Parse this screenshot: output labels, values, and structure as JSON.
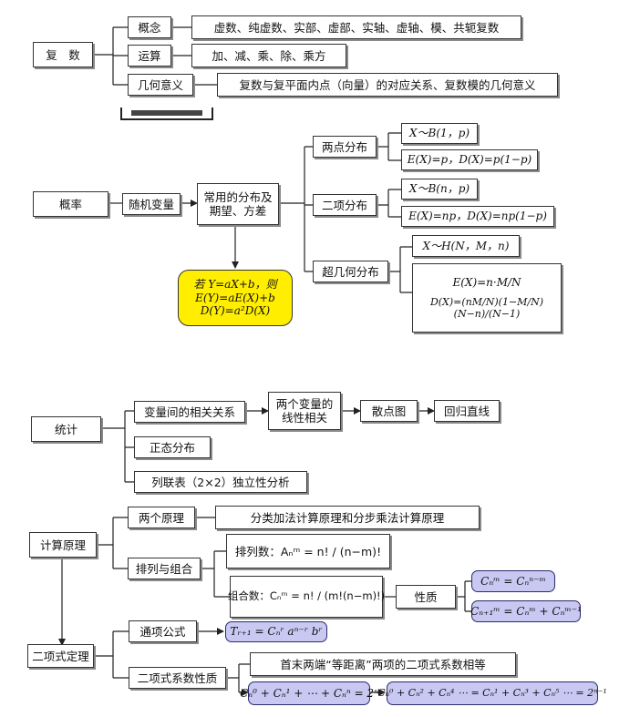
{
  "complex": {
    "root": "复　数",
    "concept": "概念",
    "concept_detail": "虚数、纯虚数、实部、虚部、实轴、虚轴、模、共轭复数",
    "operation": "运算",
    "operation_detail": "加、减、乘、除、乘方",
    "geometry": "几何意义",
    "geometry_detail": "复数与复平面内点（向量）的对应关系、复数模的几何意义"
  },
  "probability": {
    "root": "概率",
    "random_variable": "随机变量",
    "common_dist": "常用的分布及期望、方差",
    "linear_line1": "若 Y=aX+b，则",
    "linear_line2": "E(Y)=aE(X)+b",
    "linear_line3": "D(Y)=a²D(X)",
    "two_point": "两点分布",
    "two_point_law": "X～B(1，p)",
    "two_point_moments": "E(X)=p，D(X)=p(1−p)",
    "binomial": "二项分布",
    "binomial_law": "X～B(n，p)",
    "binomial_moments": "E(X)=np，D(X)=np(1−p)",
    "hypergeometric": "超几何分布",
    "hyper_law": "X～H(N，M，n)",
    "hyper_mean": "E(X)=n·M/N",
    "hyper_var": "D(X)=(nM/N)(1−M/N)(N−n)/(N−1)"
  },
  "statistics": {
    "root": "统计",
    "correlation": "变量间的相关关系",
    "linear_corr": "两个变量的线性相关",
    "scatter": "散点图",
    "regression": "回归直线",
    "normal": "正态分布",
    "contingency": "列联表（2×2）独立性分析"
  },
  "counting": {
    "root": "计算原理",
    "two_principles": "两个原理",
    "principles_detail": "分类加法计算原理和分步乘法计算原理",
    "perm_comb": "排列与组合",
    "permutation": "排列数：Aₙᵐ = n! / (n−m)!",
    "combination": "组合数：Cₙᵐ = n! / (m!(n−m)!)",
    "property": "性质",
    "prop1": "Cₙᵐ = Cₙⁿ⁻ᵐ",
    "prop2": "Cₙ₊₁ᵐ = Cₙᵐ + Cₙᵐ⁻¹"
  },
  "binomial_theorem": {
    "root": "二项式定理",
    "general_term": "通项公式",
    "general_formula": "Tᵣ₊₁ = Cₙʳ aⁿ⁻ʳ bʳ",
    "coef_props": "二项式系数性质",
    "equidistant": "首末两端“等距离”两项的二项式系数相等",
    "sum_all": "Cₙ⁰ + Cₙ¹ + ⋯ + Cₙⁿ = 2ⁿ",
    "sum_parity": "Cₙ⁰ + Cₙ² + Cₙ⁴ ⋯ = Cₙ¹ + Cₙ³ + Cₙ⁵ ⋯ = 2ⁿ⁻¹"
  }
}
